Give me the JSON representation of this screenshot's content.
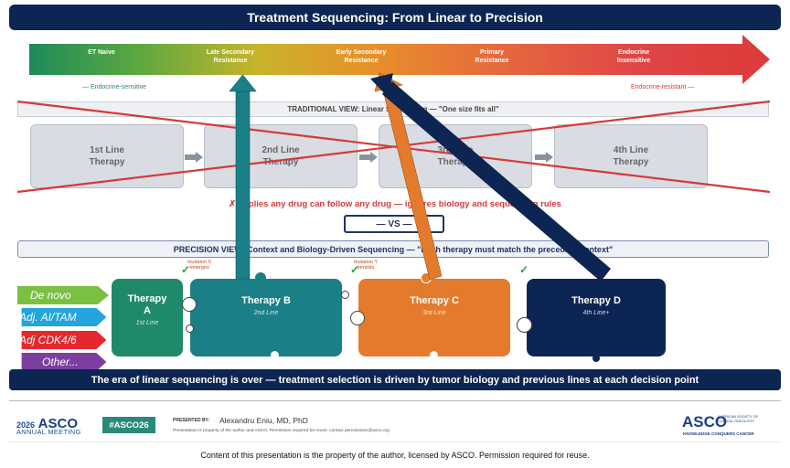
{
  "title": "Treatment Sequencing: From Linear to Precision",
  "spectrum": {
    "segments": [
      "ET Naive",
      "Late Secondary\nResistance",
      "Early Secondary\nResistance",
      "Primary\nResistance",
      "Endocrine\nInsensitive"
    ],
    "left_note": "— Endocrine-sensitive",
    "right_note": "Endocrine-resistant —"
  },
  "traditional": {
    "header": "TRADITIONAL VIEW: Linear Sequencing — \"One size fits all\"",
    "boxes": [
      "1st Line\nTherapy",
      "2nd Line\nTherapy",
      "3rd Line\nTherapy",
      "4th Line\nTherapy"
    ]
  },
  "warning": "✗ Implies any drug can follow any drug — ignores biology and sequencing rules",
  "vs_label": "— VS —",
  "precision": {
    "header": "PRECISION VIEW: Context and Biology-Driven Sequencing — \"Each therapy must match the preceding context\"",
    "mutation_x": "mutation X\nemerges",
    "mutation_y": "mutation Y\npersists",
    "check": "✓",
    "therapies": [
      {
        "name": "Therapy\nA",
        "line": "1st Line",
        "color": "#1f8a6a"
      },
      {
        "name": "Therapy B",
        "line": "2nd Line",
        "color": "#1a7f86"
      },
      {
        "name": "Therapy C",
        "line": "3rd Line",
        "color": "#e47b2c"
      },
      {
        "name": "Therapy D",
        "line": "4th Line+",
        "color": "#0d2552"
      }
    ],
    "contexts": [
      {
        "label": "De novo",
        "color": "#7ac143"
      },
      {
        "label": "Adj. AI/TAM",
        "color": "#22a4dc"
      },
      {
        "label": "Adj CDK4/6",
        "color": "#e4282e"
      },
      {
        "label": "Other...",
        "color": "#7c3fa0"
      }
    ]
  },
  "era_statement": "The era of linear sequencing is over — treatment selection is driven by tumor biology and previous lines at each decision point",
  "footer": {
    "year": "2026",
    "org": "ASCO",
    "meeting": "ANNUAL MEETING",
    "hashtag": "#ASCO26",
    "presented_by_label": "PRESENTED BY:",
    "presenter": "Alexandru Eniu, MD, PhD",
    "disclaimer": "Presentation is property of the author and ASCO. Permission required for reuse; contact permissions@asco.org",
    "right_logo": "ASCO",
    "right_logo_sub": "AMERICAN SOCIETY OF\nCLINICAL ONCOLOGY",
    "right_logo_tagline": "KNOWLEDGE CONQUERS CANCER"
  },
  "copyright": "Content of this presentation is the property of the author, licensed by ASCO. Permission required for reuse."
}
